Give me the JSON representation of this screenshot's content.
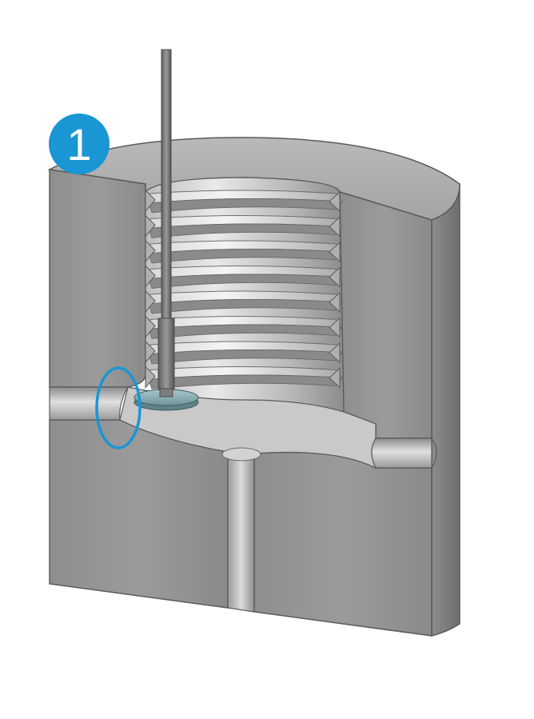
{
  "step_badge": {
    "number": "1",
    "color": "#1a96d4",
    "text_color": "#ffffff"
  },
  "highlight": {
    "shape": "ellipse",
    "color": "#1a96d4"
  },
  "colors": {
    "body_light": "#c2c2c2",
    "body_mid": "#9d9d9d",
    "body_dark": "#7f7f7f",
    "thread_light": "#e6e6e6",
    "thread_dark": "#6f6f6f",
    "washer": "#8fb3b8",
    "rod": "#7a7a7a",
    "edge": "#5a5a5a"
  },
  "icons": [
    "step-number-badge",
    "highlight-ellipse"
  ]
}
